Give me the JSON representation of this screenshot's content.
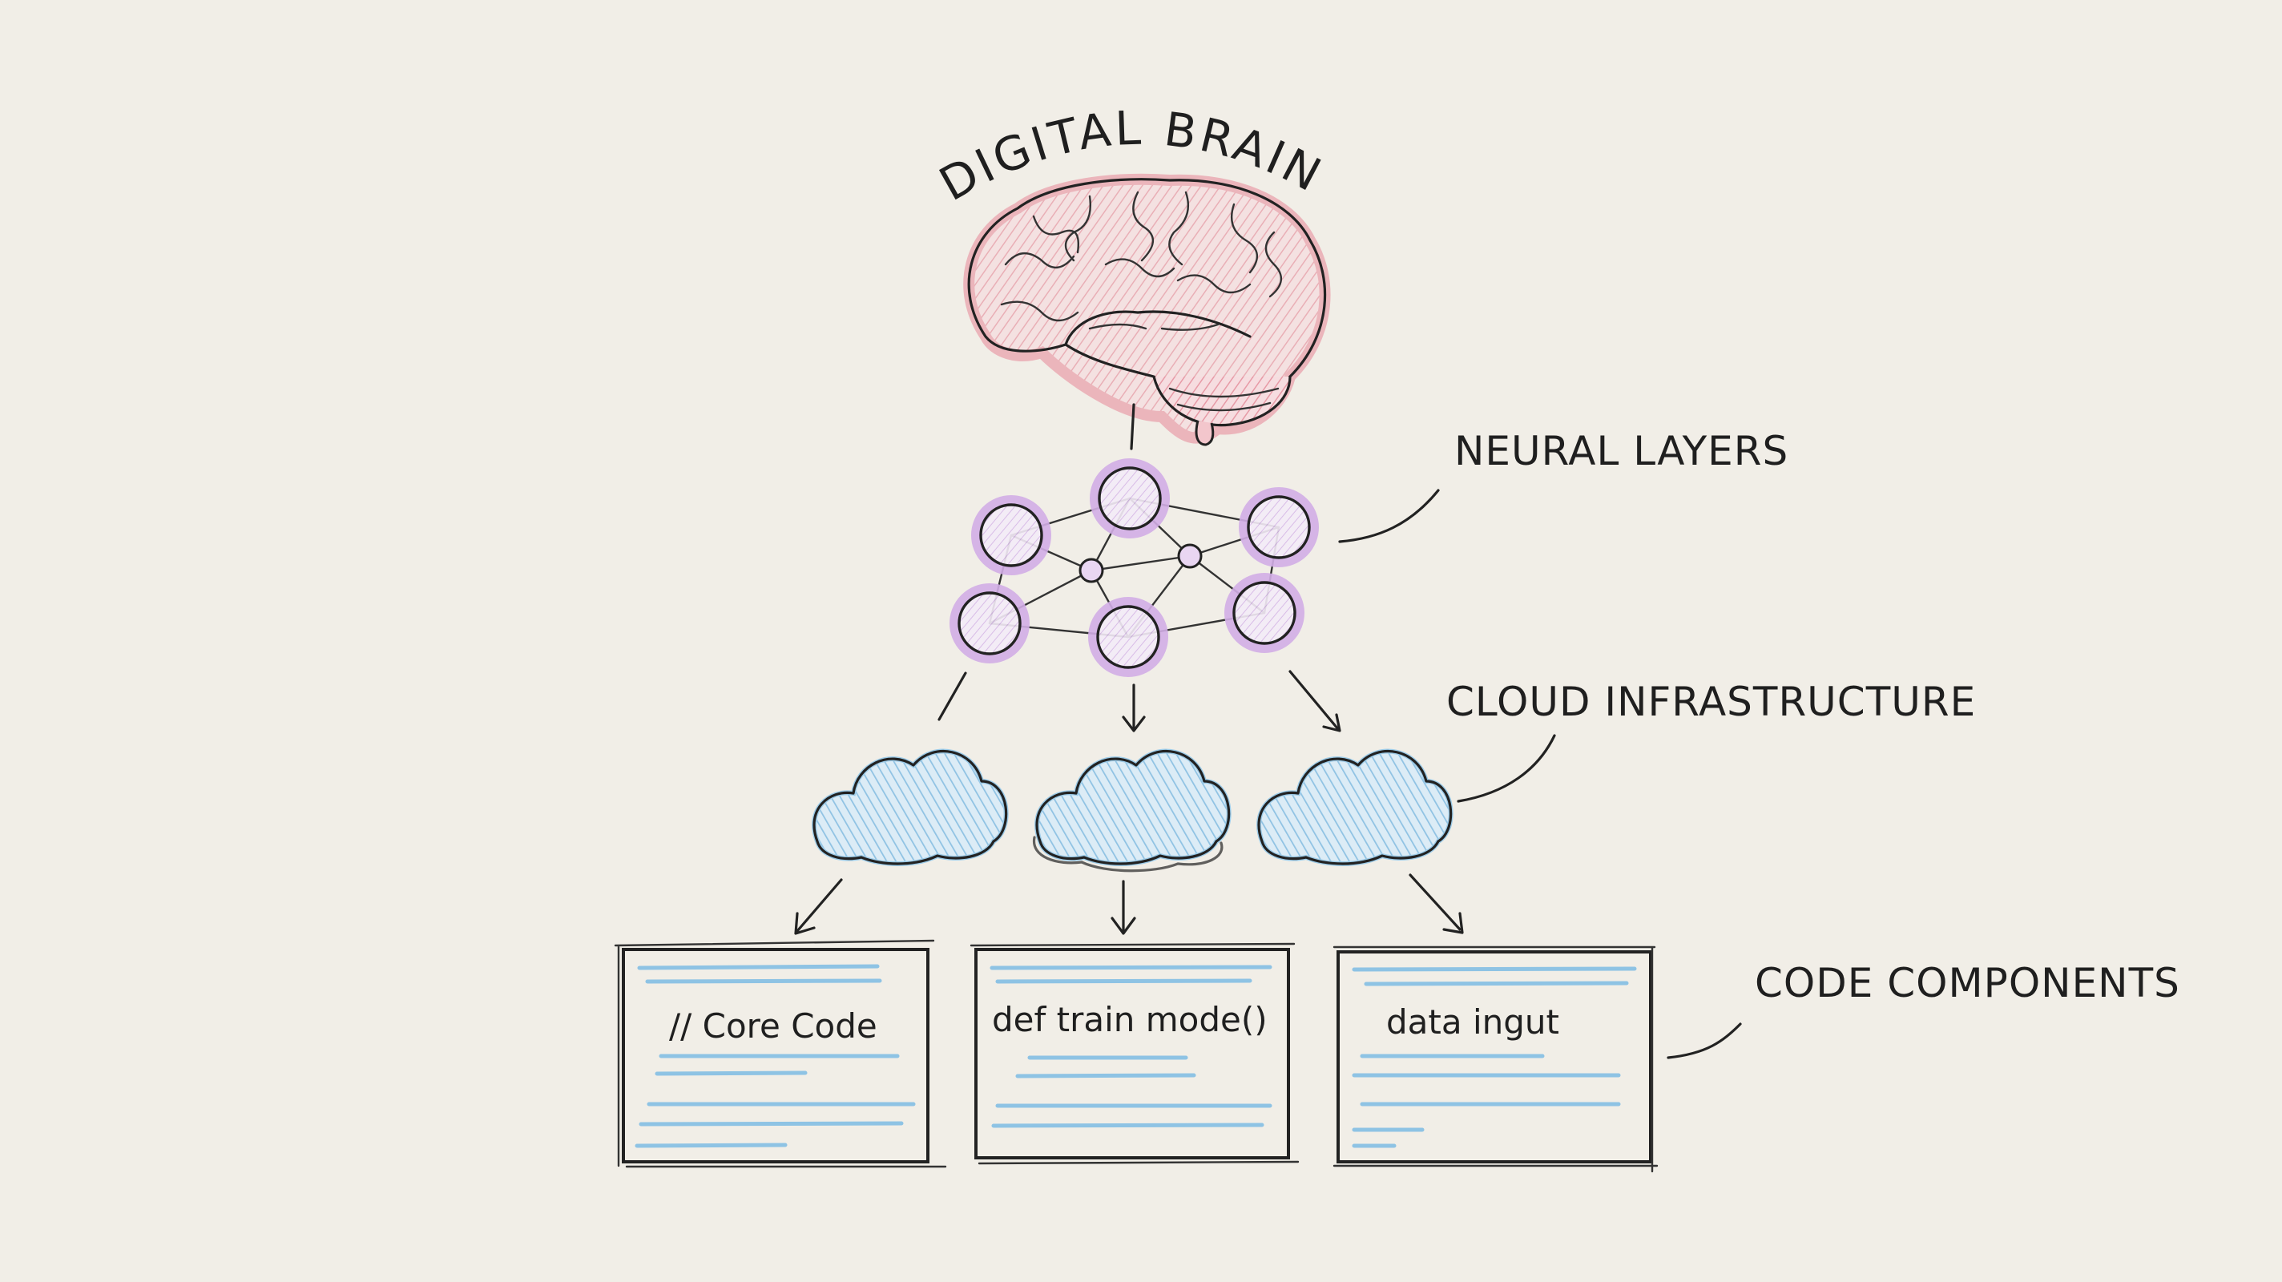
{
  "title": "DIGITAL BRAIN",
  "labels": {
    "neural_layers": "NEURAL LAYERS",
    "cloud_infrastructure": "CLOUD INFRASTRUCTURE",
    "code_components": "CODE COMPONENTS"
  },
  "code_boxes": [
    {
      "text": "// Core Code"
    },
    {
      "text": "def train mode()"
    },
    {
      "text": "data ingut"
    }
  ],
  "colors": {
    "paper": "#f1eee7",
    "ink": "#222222",
    "brain": "#e9a3ad",
    "nodes": "#c9a0e0",
    "clouds": "#9ccbe8",
    "code_lines": "#8ec3e4"
  },
  "icons": [
    "brain-icon",
    "cloud-icon",
    "neural-network-icon"
  ]
}
